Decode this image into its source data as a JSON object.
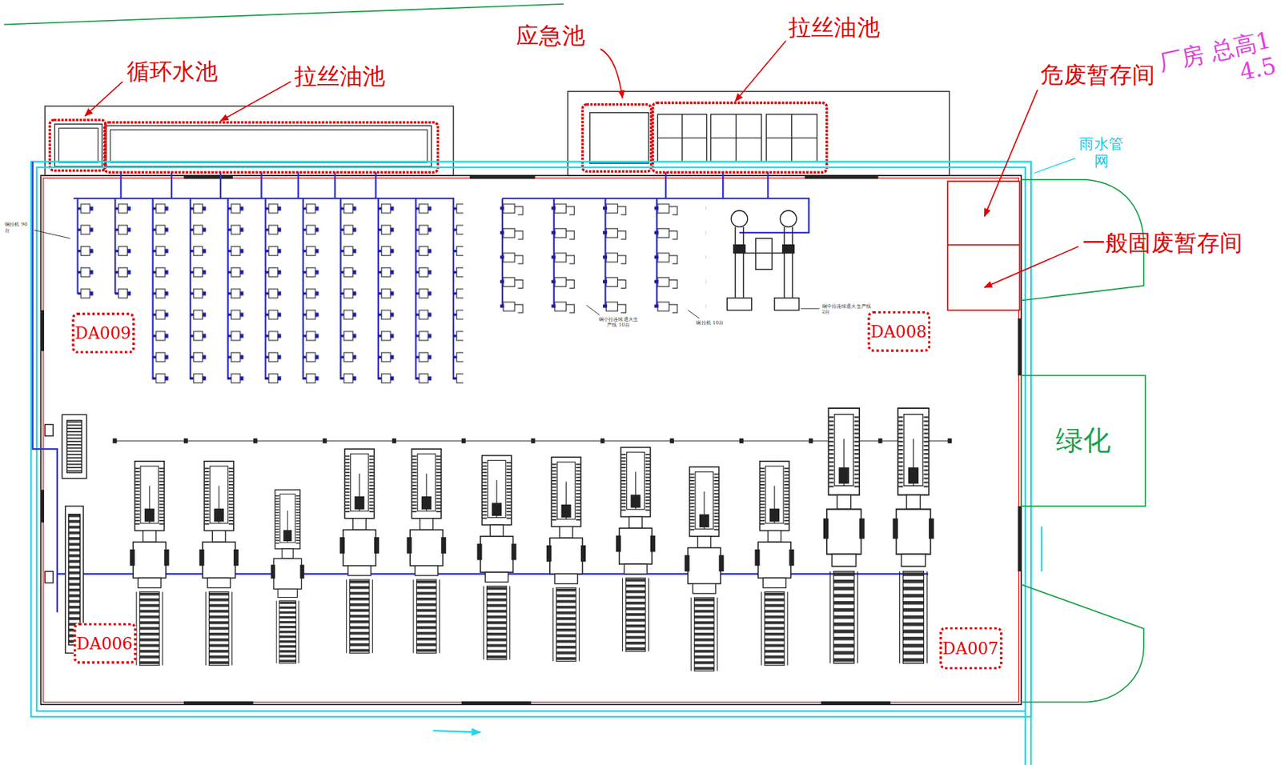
{
  "diagram": {
    "nodes": [
      {
        "text": [
          "DA009"
        ]
      },
      {
        "text": [
          "DA008"
        ]
      },
      {
        "text": [
          "DA006"
        ]
      },
      {
        "text": [
          "DA007"
        ]
      },
      {
        "text": [
          "绿化"
        ]
      }
    ],
    "labels": [
      "循环水池",
      "拉丝油池",
      "应急池",
      "拉丝油池",
      "危废暂存间",
      "厂房 总高14.5",
      "雨水管 网",
      "一般固废暂存间",
      "铜拉机 90台",
      "铜小拉连续退火生产线 10台",
      "铜拉机 10台",
      "铜中拉连续退火生产线 2台"
    ]
  }
}
